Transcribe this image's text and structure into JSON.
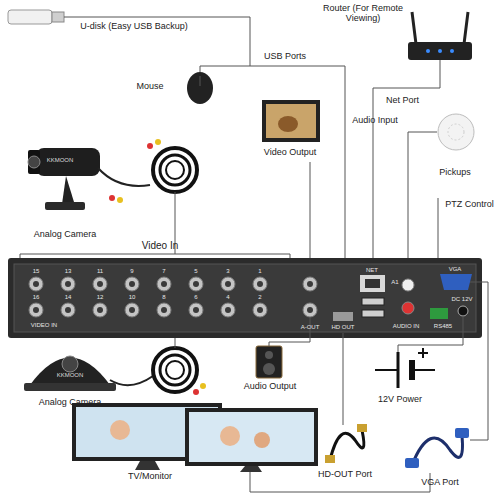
{
  "diagram": {
    "labels": [
      "U-disk (Easy USB Backup)",
      "Router (For Remote Viewing)",
      "Mouse",
      "USB Ports",
      "Net Port",
      "Audio Input",
      "Pickups",
      "Analog Camera",
      "Video Output",
      "PTZ Control",
      "Video In",
      "15",
      "13",
      "11",
      "9",
      "7",
      "5",
      "3",
      "1",
      "16",
      "14",
      "12",
      "10",
      "8",
      "6",
      "4",
      "2",
      "VIDEO IN",
      "NET",
      "A1",
      "VGA",
      "DC 12V",
      "RS485",
      "HD OUT",
      "AUDIO IN",
      "A-OUT",
      "12V Power",
      "Analog Camera",
      "Audio Output",
      "HD-OUT Port",
      "VGA Port",
      "TV/Monitor",
      "KKMOON",
      "KKMOON"
    ]
  }
}
